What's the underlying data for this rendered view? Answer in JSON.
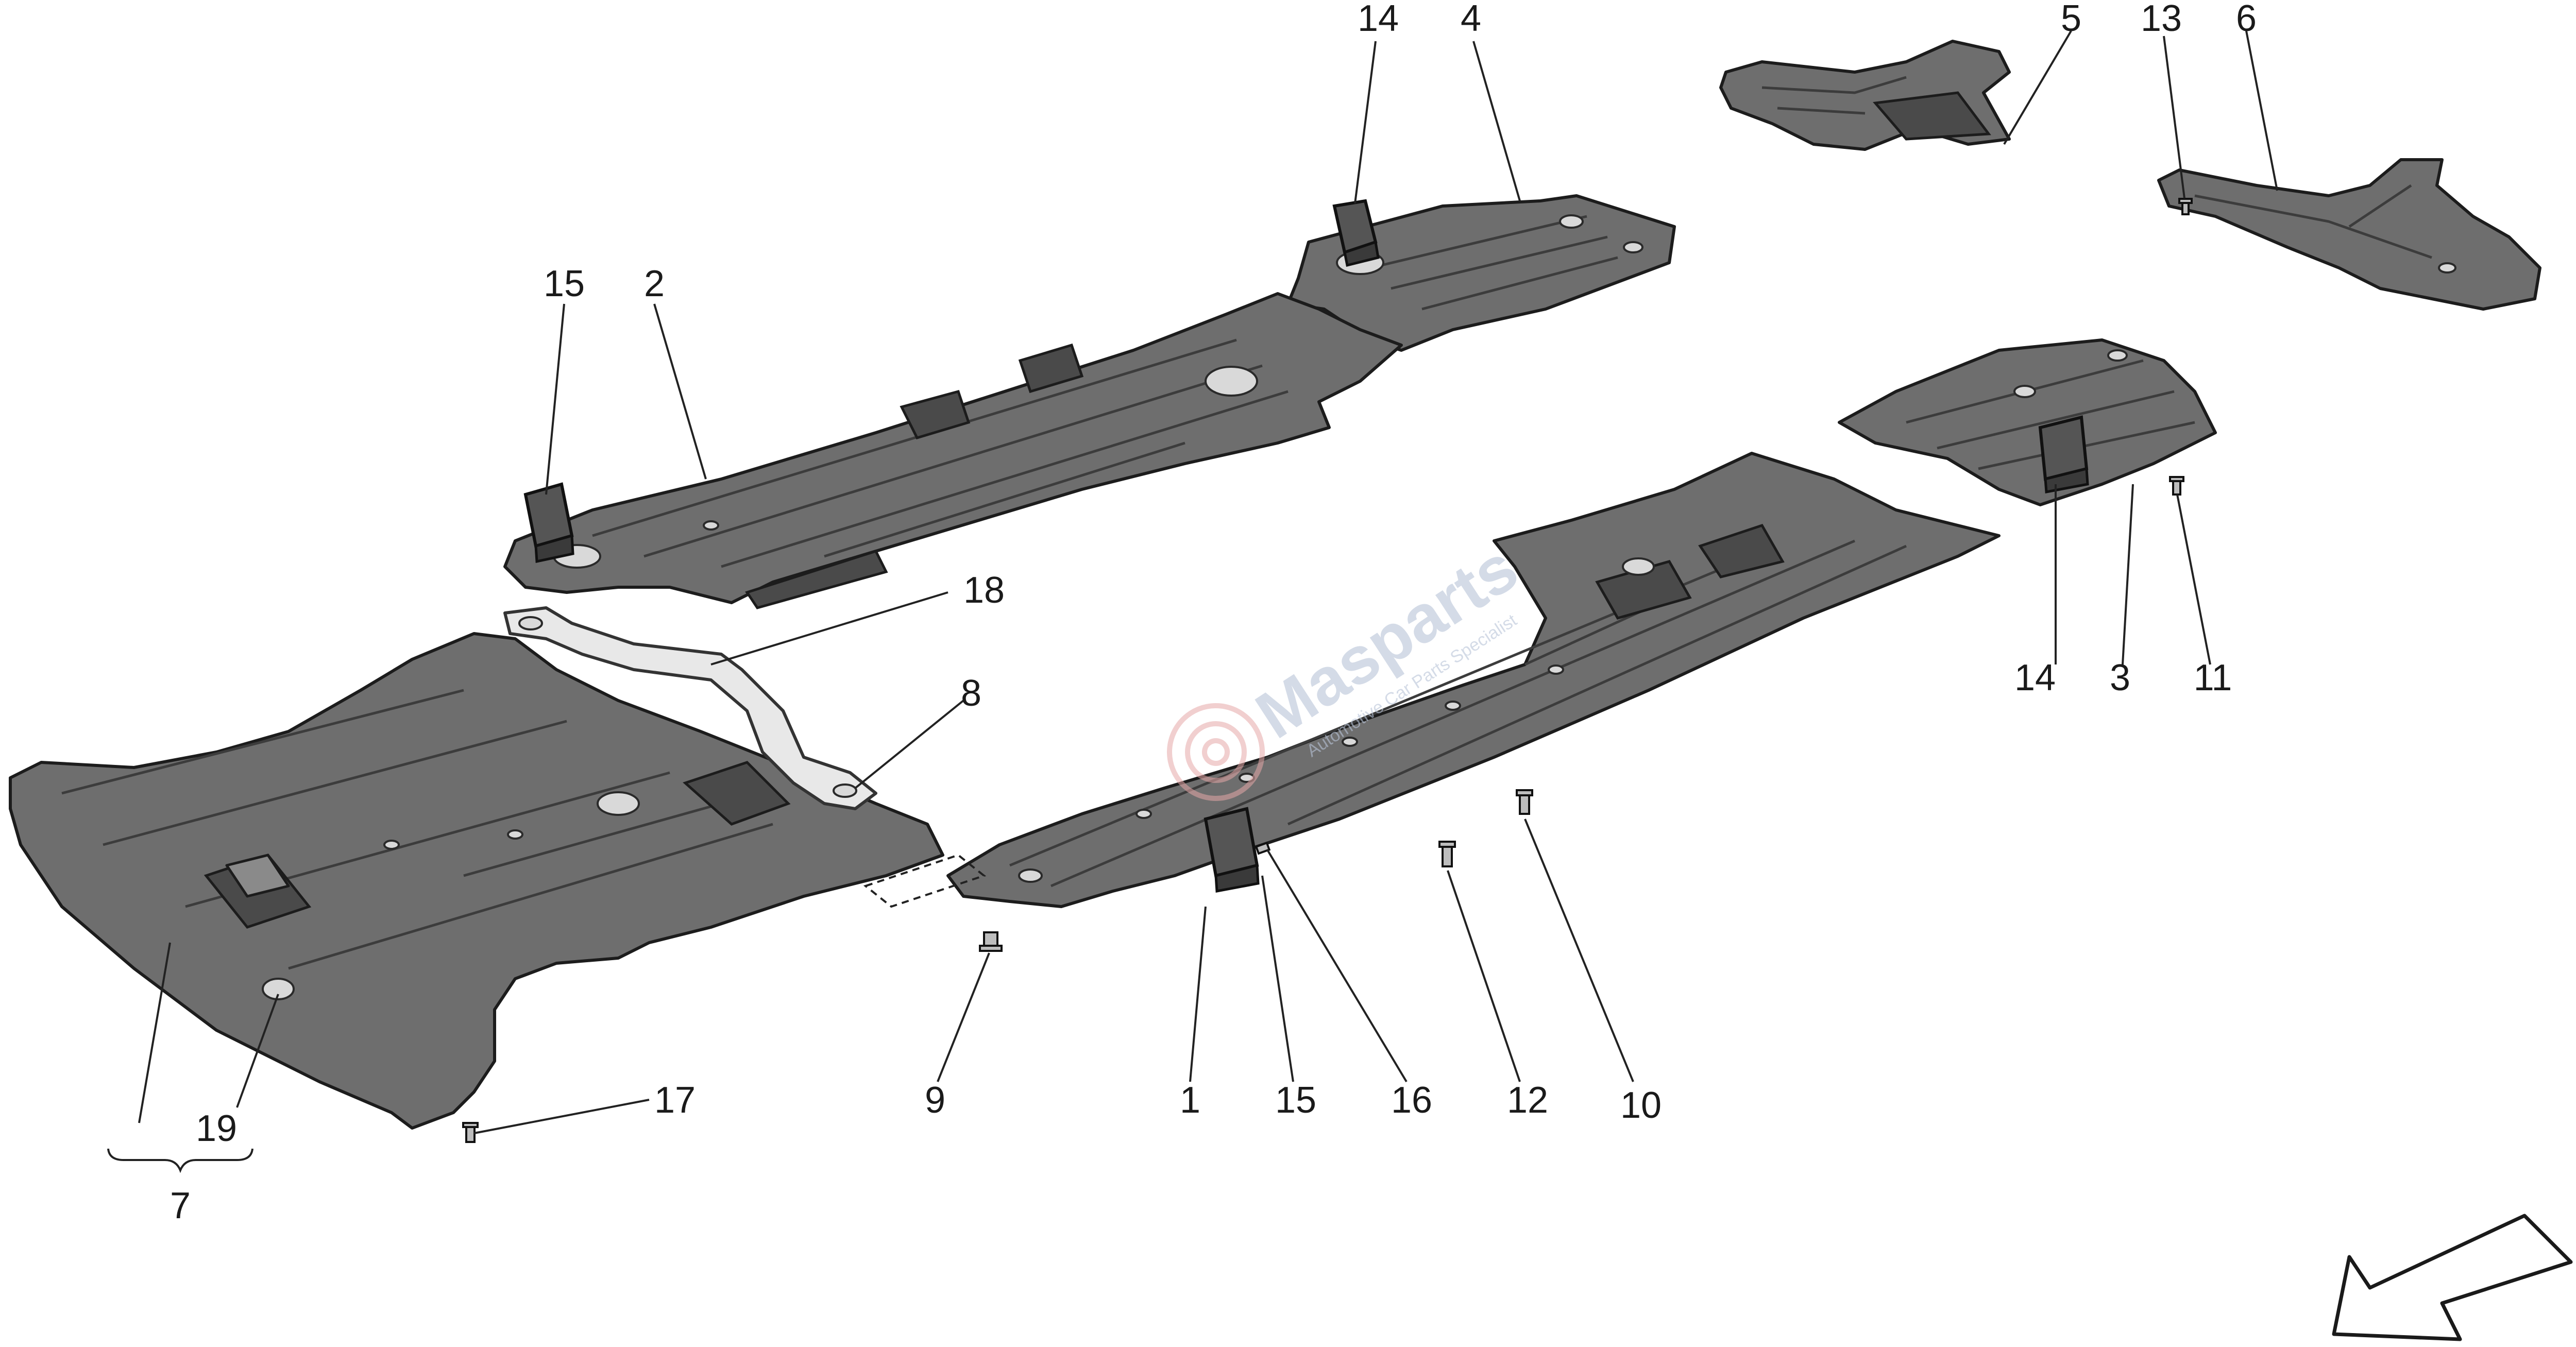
{
  "callouts": {
    "c1": "1",
    "c2": "2",
    "c3": "3",
    "c4": "4",
    "c5": "5",
    "c6": "6",
    "c7": "7",
    "c8": "8",
    "c9": "9",
    "c10": "10",
    "c11": "11",
    "c12": "12",
    "c13": "13",
    "c14a": "14",
    "c14b": "14",
    "c15a": "15",
    "c15b": "15",
    "c16": "16",
    "c17": "17",
    "c18": "18",
    "c19": "19"
  },
  "watermark": {
    "brand": "Masparts",
    "tagline": "Automotive Car Parts Specialist"
  },
  "colors": {
    "panel": "#6e6e6e",
    "outline": "#1c1c1c",
    "bracket": "#e8e8e8",
    "watermark_ring": "#e6a8a8",
    "watermark_text": "#b8c4d8"
  }
}
